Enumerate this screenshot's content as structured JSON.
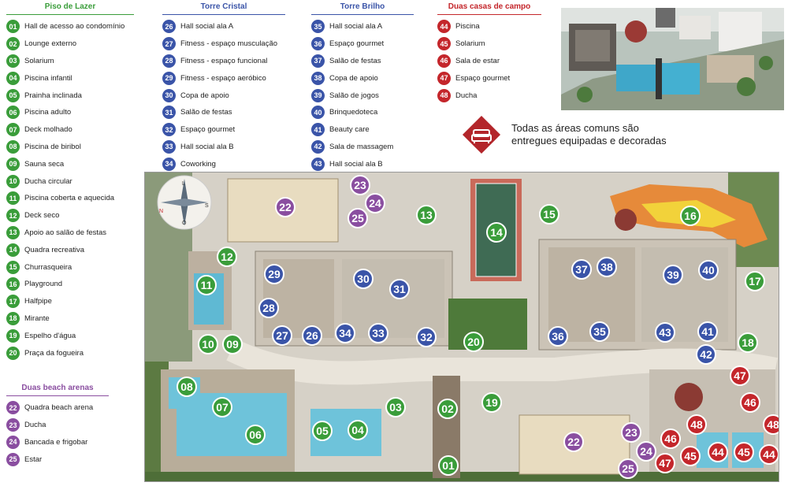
{
  "colors": {
    "green": "#3a9d3a",
    "blue": "#3a54a8",
    "purple": "#8a4ea0",
    "red": "#c4262b",
    "icon_red": "#b3262b"
  },
  "legend": {
    "piso_lazer": {
      "title": "Piso de Lazer",
      "items": [
        {
          "n": "01",
          "label": "Hall de acesso ao condomínio"
        },
        {
          "n": "02",
          "label": "Lounge externo"
        },
        {
          "n": "03",
          "label": "Solarium"
        },
        {
          "n": "04",
          "label": "Piscina infantil"
        },
        {
          "n": "05",
          "label": "Prainha inclinada"
        },
        {
          "n": "06",
          "label": "Piscina adulto"
        },
        {
          "n": "07",
          "label": "Deck molhado"
        },
        {
          "n": "08",
          "label": "Piscina de biribol"
        },
        {
          "n": "09",
          "label": "Sauna seca"
        },
        {
          "n": "10",
          "label": "Ducha circular"
        },
        {
          "n": "11",
          "label": "Piscina coberta e aquecida"
        },
        {
          "n": "12",
          "label": "Deck seco"
        },
        {
          "n": "13",
          "label": "Apoio ao salão de festas"
        },
        {
          "n": "14",
          "label": "Quadra recreativa"
        },
        {
          "n": "15",
          "label": "Churrasqueira"
        },
        {
          "n": "16",
          "label": "Playground"
        },
        {
          "n": "17",
          "label": "Halfpipe"
        },
        {
          "n": "18",
          "label": "Mirante"
        },
        {
          "n": "19",
          "label": "Espelho d'água"
        },
        {
          "n": "20",
          "label": "Praça da fogueira"
        }
      ]
    },
    "beach": {
      "title": "Duas beach arenas",
      "items": [
        {
          "n": "22",
          "label": "Quadra beach arena"
        },
        {
          "n": "23",
          "label": "Ducha"
        },
        {
          "n": "24",
          "label": "Bancada e frigobar"
        },
        {
          "n": "25",
          "label": "Estar"
        }
      ]
    },
    "torre_cristal": {
      "title": "Torre Cristal",
      "items": [
        {
          "n": "26",
          "label": "Hall social ala A"
        },
        {
          "n": "27",
          "label": "Fitness - espaço musculação"
        },
        {
          "n": "28",
          "label": "Fitness - espaço funcional"
        },
        {
          "n": "29",
          "label": "Fitness - espaço aeróbico"
        },
        {
          "n": "30",
          "label": "Copa de apoio"
        },
        {
          "n": "31",
          "label": "Salão de festas"
        },
        {
          "n": "32",
          "label": "Espaço gourmet"
        },
        {
          "n": "33",
          "label": "Hall social ala B"
        },
        {
          "n": "34",
          "label": "Coworking"
        }
      ]
    },
    "torre_brilho": {
      "title": "Torre Brilho",
      "items": [
        {
          "n": "35",
          "label": "Hall social ala A"
        },
        {
          "n": "36",
          "label": "Espaço gourmet"
        },
        {
          "n": "37",
          "label": "Salão de festas"
        },
        {
          "n": "38",
          "label": "Copa de apoio"
        },
        {
          "n": "39",
          "label": "Salão de jogos"
        },
        {
          "n": "40",
          "label": "Brinquedoteca"
        },
        {
          "n": "41",
          "label": "Beauty care"
        },
        {
          "n": "42",
          "label": "Sala de massagem"
        },
        {
          "n": "43",
          "label": "Hall social ala B"
        }
      ]
    },
    "casas": {
      "title": "Duas casas de campo",
      "items": [
        {
          "n": "44",
          "label": "Piscina"
        },
        {
          "n": "45",
          "label": "Solarium"
        },
        {
          "n": "46",
          "label": "Sala de estar"
        },
        {
          "n": "47",
          "label": "Espaço gourmet"
        },
        {
          "n": "48",
          "label": "Ducha"
        }
      ]
    }
  },
  "note": {
    "line1": "Todas as áreas comuns são",
    "line2": "entregues equipadas e decoradas",
    "icon": "sofa-icon"
  },
  "compass": {
    "n": "N",
    "s": "S",
    "l": "L",
    "o": "O"
  },
  "map_markers": [
    {
      "n": "01",
      "c": "g"
    },
    {
      "n": "02",
      "c": "g"
    },
    {
      "n": "03",
      "c": "g"
    },
    {
      "n": "04",
      "c": "g"
    },
    {
      "n": "05",
      "c": "g"
    },
    {
      "n": "06",
      "c": "g"
    },
    {
      "n": "07",
      "c": "g"
    },
    {
      "n": "08",
      "c": "g"
    },
    {
      "n": "09",
      "c": "g"
    },
    {
      "n": "10",
      "c": "g"
    },
    {
      "n": "11",
      "c": "g"
    },
    {
      "n": "12",
      "c": "g"
    },
    {
      "n": "13",
      "c": "g"
    },
    {
      "n": "14",
      "c": "g"
    },
    {
      "n": "15",
      "c": "g"
    },
    {
      "n": "16",
      "c": "g"
    },
    {
      "n": "17",
      "c": "g"
    },
    {
      "n": "18",
      "c": "g"
    },
    {
      "n": "19",
      "c": "g"
    },
    {
      "n": "20",
      "c": "g"
    },
    {
      "n": "22",
      "c": "p"
    },
    {
      "n": "23",
      "c": "p"
    },
    {
      "n": "24",
      "c": "p"
    },
    {
      "n": "25",
      "c": "p"
    },
    {
      "n": "22",
      "c": "p"
    },
    {
      "n": "23",
      "c": "p"
    },
    {
      "n": "24",
      "c": "p"
    },
    {
      "n": "25",
      "c": "p"
    },
    {
      "n": "26",
      "c": "b"
    },
    {
      "n": "27",
      "c": "b"
    },
    {
      "n": "28",
      "c": "b"
    },
    {
      "n": "29",
      "c": "b"
    },
    {
      "n": "30",
      "c": "b"
    },
    {
      "n": "31",
      "c": "b"
    },
    {
      "n": "32",
      "c": "b"
    },
    {
      "n": "33",
      "c": "b"
    },
    {
      "n": "34",
      "c": "b"
    },
    {
      "n": "35",
      "c": "b"
    },
    {
      "n": "36",
      "c": "b"
    },
    {
      "n": "37",
      "c": "b"
    },
    {
      "n": "38",
      "c": "b"
    },
    {
      "n": "39",
      "c": "b"
    },
    {
      "n": "40",
      "c": "b"
    },
    {
      "n": "41",
      "c": "b"
    },
    {
      "n": "42",
      "c": "b"
    },
    {
      "n": "43",
      "c": "b"
    },
    {
      "n": "44",
      "c": "r"
    },
    {
      "n": "45",
      "c": "r"
    },
    {
      "n": "46",
      "c": "r"
    },
    {
      "n": "47",
      "c": "r"
    },
    {
      "n": "48",
      "c": "r"
    },
    {
      "n": "44",
      "c": "r"
    },
    {
      "n": "45",
      "c": "r"
    },
    {
      "n": "46",
      "c": "r"
    },
    {
      "n": "47",
      "c": "r"
    },
    {
      "n": "48",
      "c": "r"
    }
  ]
}
